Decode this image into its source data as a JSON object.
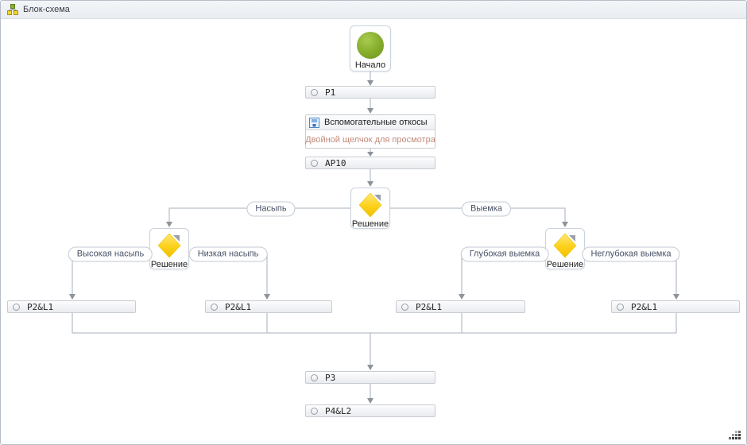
{
  "window": {
    "title": "Блок-схема"
  },
  "colors": {
    "accent-green": "#7da122",
    "accent-yellow": "#f5c800",
    "line": "#b9c1cb",
    "arrow": "#8d939b",
    "hint-text": "#c4897b",
    "pill-text": "#475266",
    "bar-text": "#1f1f1f"
  },
  "nodes": {
    "start": {
      "label": "Начало"
    },
    "decisions": [
      "Решение",
      "Решение",
      "Решение"
    ],
    "subprocess": {
      "title": "Вспомогательные откосы",
      "hint": "Двойной щелчок для просмотра"
    }
  },
  "bars": {
    "p1": "P1",
    "ap10": "AP10",
    "p2l1": [
      "P2&L1",
      "P2&L1",
      "P2&L1",
      "P2&L1"
    ],
    "p3": "P3",
    "p4l2": "P4&L2"
  },
  "branch_labels": {
    "nasyp": "Насыпь",
    "vyemka": "Выемка",
    "vysokaya_nasyp": "Высокая насыпь",
    "nizkaya_nasyp": "Низкая насыпь",
    "glubokaya_vyemka": "Глубокая выемка",
    "neglubokaya_vyemka": "Неглубокая выемка"
  }
}
